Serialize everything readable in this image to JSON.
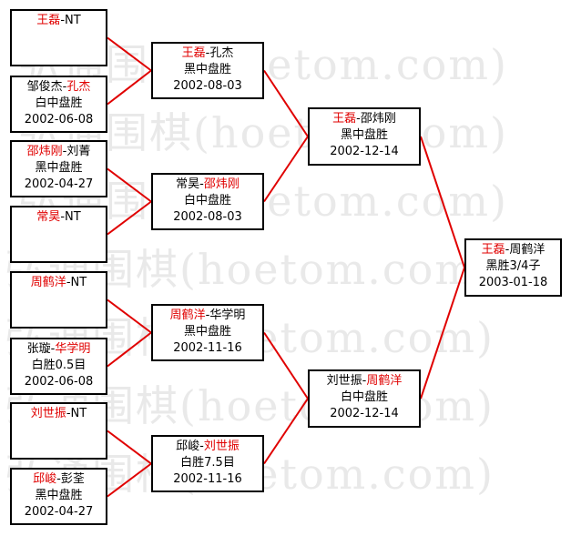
{
  "watermark": "弘通围棋(hoetom.com)",
  "colors": {
    "line": "#e00000",
    "name_red": "#e00000"
  },
  "round1": [
    {
      "a": "王磊",
      "sep": "-",
      "b": "NT",
      "winner": "a",
      "r": "",
      "d": ""
    },
    {
      "a": "邹俊杰",
      "sep": "-",
      "b": "孔杰",
      "winner": "b",
      "r": "白中盘胜",
      "d": "2002-06-08"
    },
    {
      "a": "邵炜刚",
      "sep": "-",
      "b": "刘菁",
      "winner": "a",
      "r": "黑中盘胜",
      "d": "2002-04-27"
    },
    {
      "a": "常昊",
      "sep": "-",
      "b": "NT",
      "winner": "a",
      "r": "",
      "d": ""
    },
    {
      "a": "周鹤洋",
      "sep": "-",
      "b": "NT",
      "winner": "a",
      "r": "",
      "d": ""
    },
    {
      "a": "张璇",
      "sep": "-",
      "b": "华学明",
      "winner": "b",
      "r": "白胜0.5目",
      "d": "2002-06-08"
    },
    {
      "a": "刘世振",
      "sep": "-",
      "b": "NT",
      "winner": "a",
      "r": "",
      "d": ""
    },
    {
      "a": "邱峻",
      "sep": "-",
      "b": "彭荃",
      "winner": "a",
      "r": "黑中盘胜",
      "d": "2002-04-27"
    }
  ],
  "round2": [
    {
      "a": "王磊",
      "sep": "-",
      "b": "孔杰",
      "winner": "a",
      "r": "黑中盘胜",
      "d": "2002-08-03"
    },
    {
      "a": "常昊",
      "sep": "-",
      "b": "邵炜刚",
      "winner": "b",
      "r": "白中盘胜",
      "d": "2002-08-03"
    },
    {
      "a": "周鹤洋",
      "sep": "-",
      "b": "华学明",
      "winner": "a",
      "r": "黑中盘胜",
      "d": "2002-11-16"
    },
    {
      "a": "邱峻",
      "sep": "-",
      "b": "刘世振",
      "winner": "b",
      "r": "白胜7.5目",
      "d": "2002-11-16"
    }
  ],
  "round3": [
    {
      "a": "王磊",
      "sep": "-",
      "b": "邵炜刚",
      "winner": "a",
      "r": "黑中盘胜",
      "d": "2002-12-14"
    },
    {
      "a": "刘世振",
      "sep": "-",
      "b": "周鹤洋",
      "winner": "b",
      "r": "白中盘胜",
      "d": "2002-12-14"
    }
  ],
  "final": [
    {
      "a": "王磊",
      "sep": "-",
      "b": "周鹤洋",
      "winner": "a",
      "r": "黑胜3/4子",
      "d": "2003-01-18"
    }
  ]
}
